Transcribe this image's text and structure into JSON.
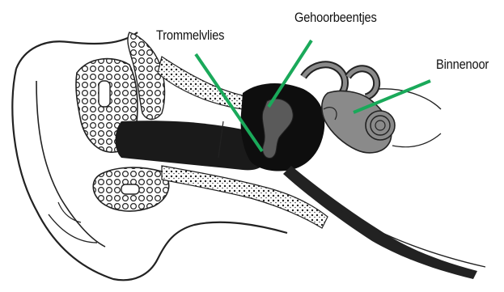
{
  "labels": {
    "eardrum": "Trommelvlies",
    "ossicles": "Gehoorbeentjes",
    "inner_ear": "Binnenoor"
  },
  "colors": {
    "pointer": "#1aa95a",
    "ink": "#111111",
    "inner_ear_fill": "#8a8a8a"
  }
}
